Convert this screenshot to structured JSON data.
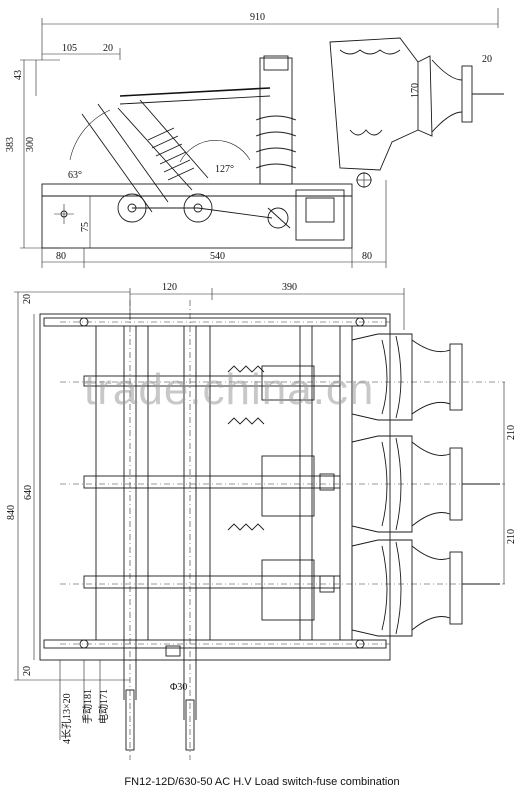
{
  "caption": "FN12-12D/630-50 AC H.V Load switch-fuse combination",
  "watermark": "trade.china.cn",
  "top_view": {
    "dim_overall_width": "910",
    "dim_105": "105",
    "dim_20_top": "20",
    "dim_20_right": "20",
    "dim_43": "43",
    "dim_383": "383",
    "dim_300": "300",
    "dim_170": "170",
    "angle_63": "63°",
    "angle_127": "127°",
    "dim_75": "75",
    "dim_80_left": "80",
    "dim_540": "540",
    "dim_80_right": "80"
  },
  "front_view": {
    "dim_20_top": "20",
    "dim_120": "120",
    "dim_390": "390",
    "dim_840": "840",
    "dim_640": "640",
    "dim_20_bottom": "20",
    "dim_210_upper": "210",
    "dim_210_lower": "210",
    "dim_phi30": "Φ30",
    "note_holes": "4长孔13×20",
    "note_manual": "手动181",
    "note_electric": "电动171"
  }
}
